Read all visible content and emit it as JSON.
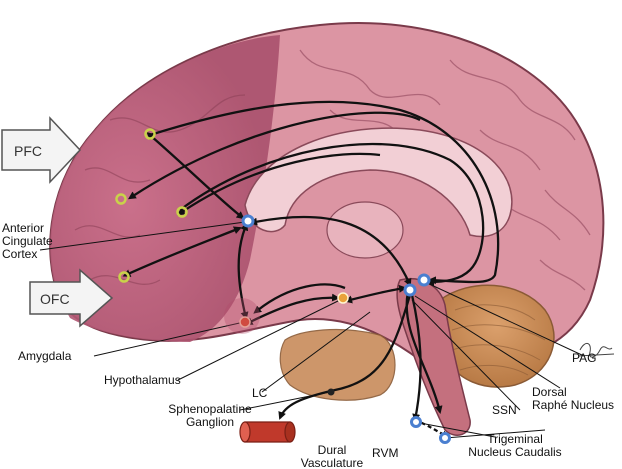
{
  "labels": {
    "pfc": "PFC",
    "ofc": "OFC",
    "acc_line1": "Anterior",
    "acc_line2": "Cingulate",
    "acc_line3": "Cortex",
    "amygdala": "Amygdala",
    "hypothalamus": "Hypothalamus",
    "lc": "LC",
    "spg_line1": "Sphenopalatine",
    "spg_line2": "Ganglion",
    "dural_line1": "Dural",
    "dural_line2": "Vasculature",
    "rvm": "RVM",
    "tnc_line1": "Trigeminal",
    "tnc_line2": "Nucleus Caudalis",
    "ssn": "SSN",
    "drn_line1": "Dorsal",
    "drn_line2": "Raphé Nucleus",
    "pag": "PAG"
  },
  "colors": {
    "brain_outer": "#d98a9a",
    "brain_frontal": "#b85a78",
    "brain_stroke": "#7a3a4a",
    "cerebellum": "#c88b5a",
    "brainstem": "#c4707e",
    "corpus": "#f1c9cf",
    "node_blue": "#4a7fd0",
    "node_green": "#b7c93c",
    "node_red": "#e04a2a",
    "node_orange": "#e9a23a",
    "artery": "#c0392b"
  }
}
